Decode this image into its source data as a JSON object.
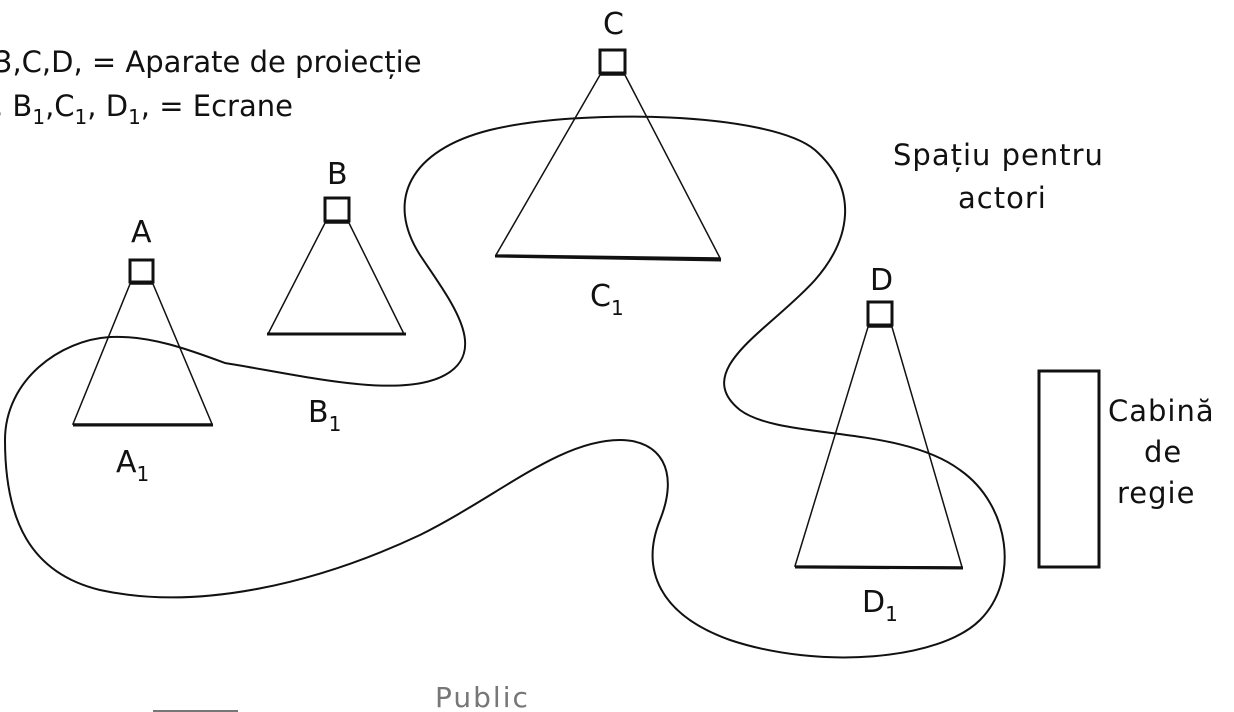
{
  "legend": {
    "projectors": "3,C,D, = Aparate de proiecție",
    "screens_prefix": ", B",
    "screens_sub1": "1",
    "screens_mid1": ",C",
    "screens_sub2": "1",
    "screens_mid2": ", D",
    "screens_sub3": "1",
    "screens_suffix": ", = Ecrane"
  },
  "projectors": {
    "A": "A",
    "B": "B",
    "C": "C",
    "D": "D"
  },
  "screens": {
    "A1": {
      "letter": "A",
      "sub": "1"
    },
    "B1": {
      "letter": "B",
      "sub": "1"
    },
    "C1": {
      "letter": "C",
      "sub": "1"
    },
    "D1": {
      "letter": "D",
      "sub": "1"
    }
  },
  "areas": {
    "actors_line1": "Spațiu pentru",
    "actors_line2": "actori",
    "booth_line1": "Cabină",
    "booth_line2": "de",
    "booth_line3": "regie",
    "public": "Public"
  }
}
